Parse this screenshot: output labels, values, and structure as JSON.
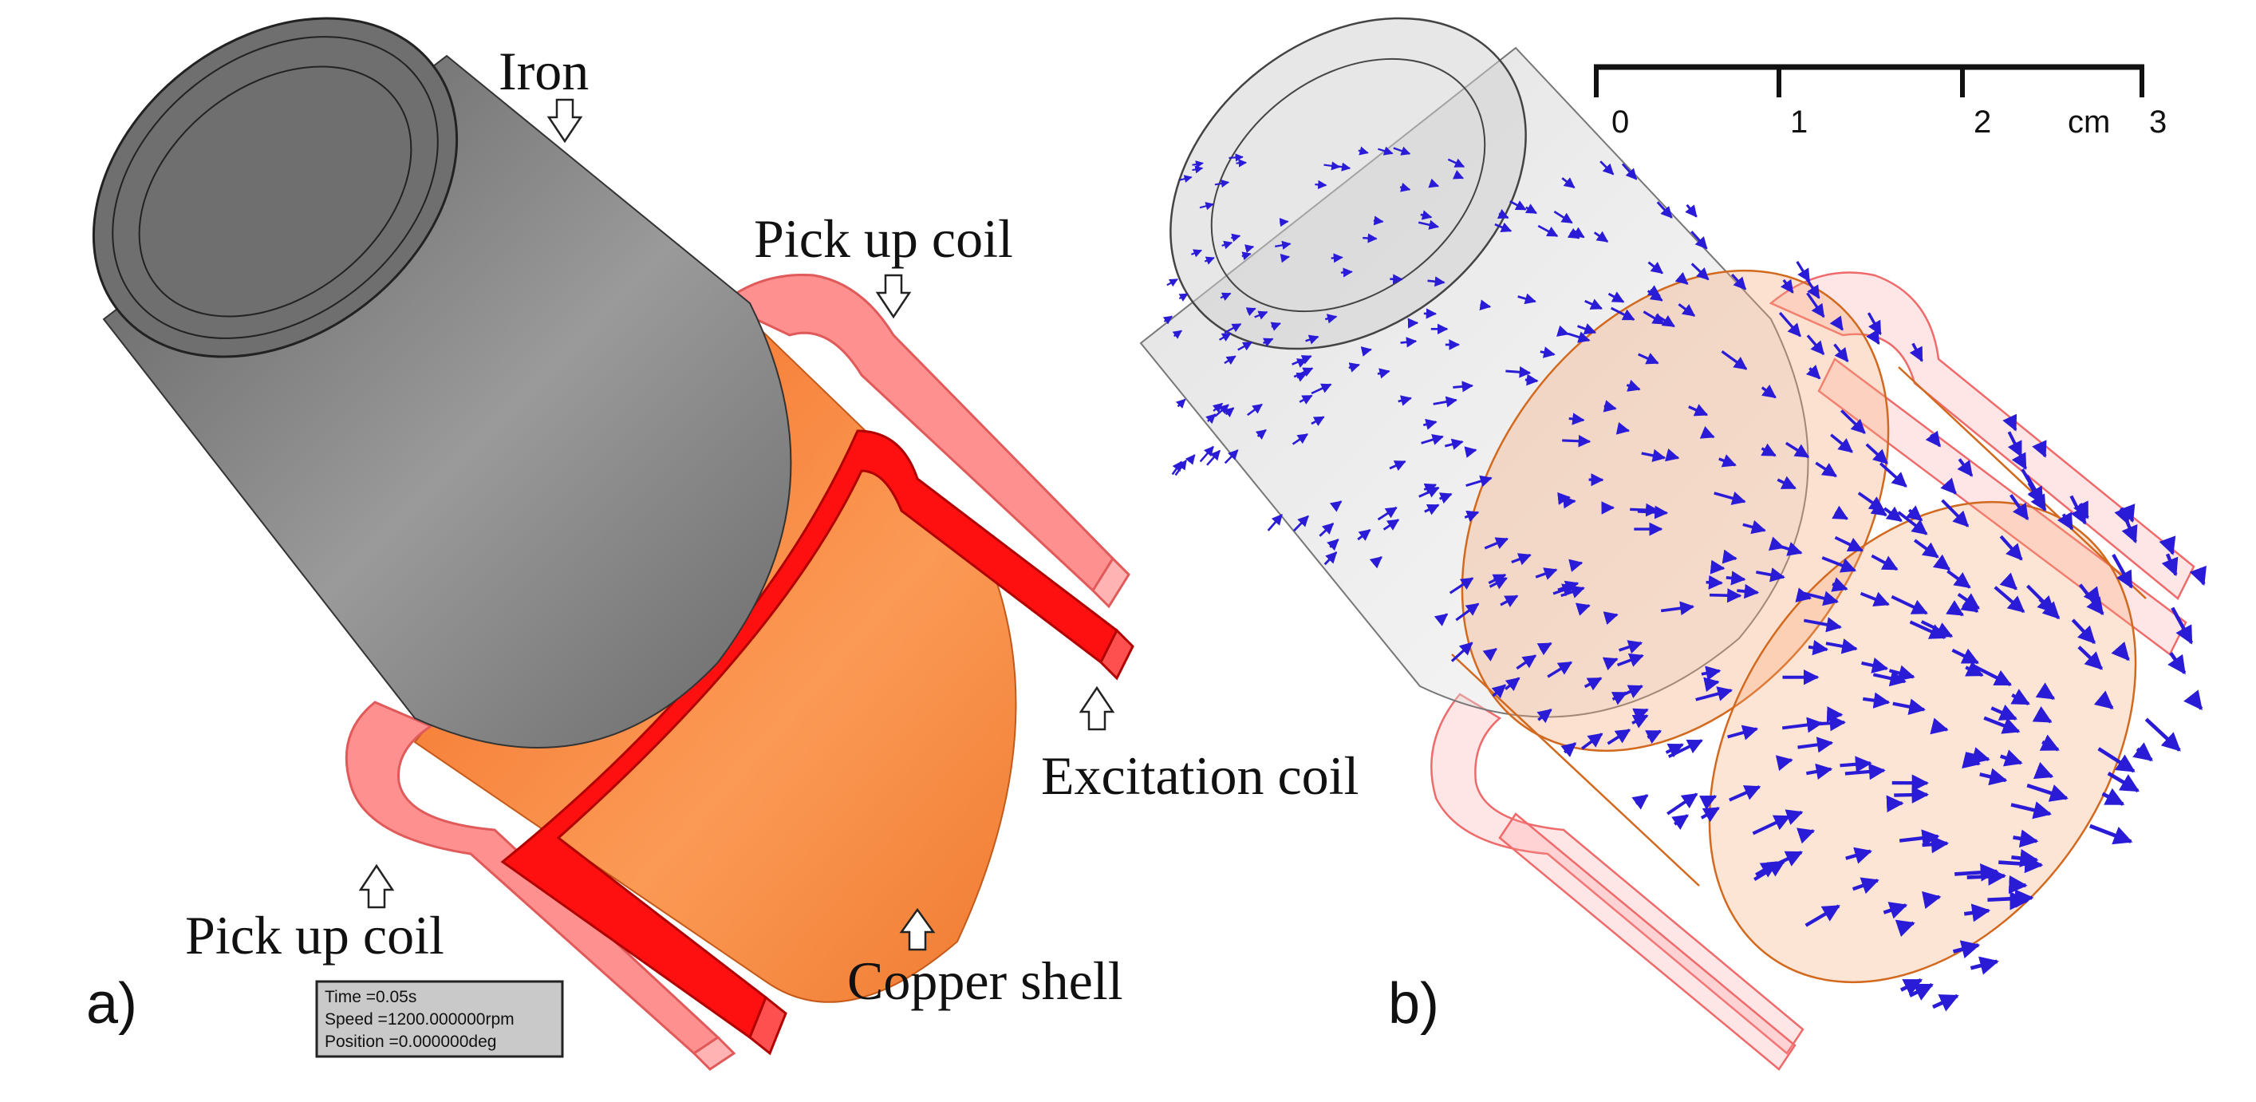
{
  "panel_a": {
    "panel_label": "a)",
    "labels": {
      "iron": "Iron",
      "pickup_top": "Pick up coil",
      "excitation": "Excitation coil",
      "pickup_bottom": "Pick up coil",
      "copper_shell": "Copper shell"
    },
    "status_box": {
      "time": "Time    =0.05s",
      "speed": "Speed    =1200.000000rpm",
      "position": "Position =0.000000deg"
    }
  },
  "panel_b": {
    "panel_label": "b)",
    "scale_bar": {
      "ticks": [
        "0",
        "1",
        "2",
        "3"
      ],
      "unit": "cm"
    }
  },
  "colors": {
    "iron": "#8a8a8a",
    "copper": "#f7833d",
    "excitation_coil": "#ff1010",
    "pickup_coil": "#ff8a8a",
    "field_vectors": "#2a1bd6"
  }
}
